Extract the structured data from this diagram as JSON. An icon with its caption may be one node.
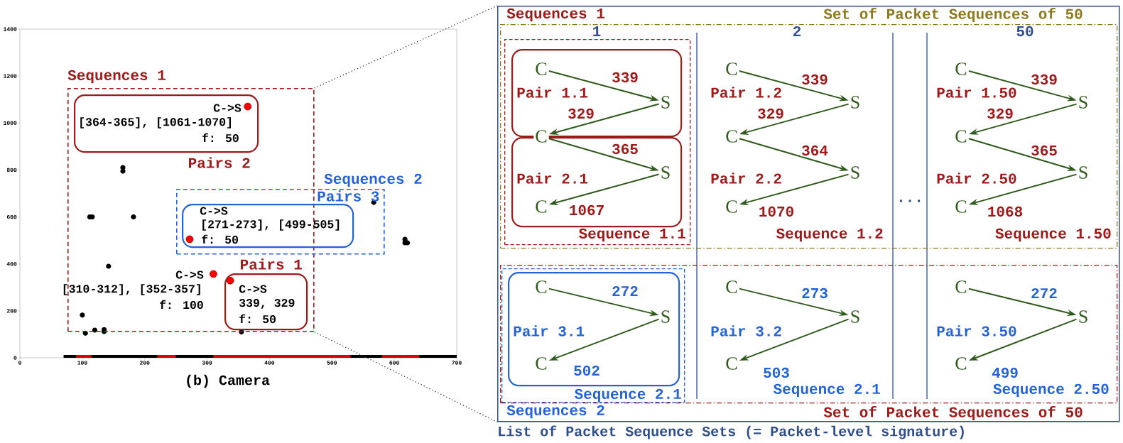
{
  "diagram": {
    "caption": "(b) Camera",
    "nodes": [
      {
        "text": [
          "Sequences 1"
        ]
      },
      {
        "text": [
          "C->S",
          "[364-365], [1061-1070]",
          "f: 50",
          "Pairs 2"
        ],
        "in": 0
      },
      {
        "text": [
          "Sequences 2"
        ]
      },
      {
        "text": [
          "Pairs 3",
          "C->S",
          "[271-273], [499-505]",
          "f: 50"
        ],
        "in": 2
      },
      {
        "text": [
          "Pairs 1",
          "C->S",
          "339, 329",
          "f: 50"
        ],
        "in": 0
      },
      {
        "text": [
          "List of Packet Sequence Sets (= Packet-level signature)"
        ]
      },
      {
        "text": [
          "Sequences 1",
          "Set of Packet Sequences of 50"
        ],
        "in": 5
      },
      {
        "text": [
          "Sequence 1.1"
        ],
        "in": 6
      },
      {
        "text": [
          "Pair 1.1"
        ],
        "in": 7
      },
      {
        "text": [
          "Pair 2.1"
        ],
        "in": 7
      },
      {
        "text": [
          "C"
        ],
        "in": 8
      },
      {
        "text": [
          "S"
        ],
        "in": 8
      },
      {
        "text": [
          "C"
        ],
        "in": 7
      },
      {
        "text": [
          "S"
        ],
        "in": 9
      },
      {
        "text": [
          "C"
        ],
        "in": 9
      },
      {
        "text": [
          "C"
        ],
        "in": 6
      },
      {
        "text": [
          "S"
        ],
        "in": 6
      },
      {
        "text": [
          "C"
        ],
        "in": 6
      },
      {
        "text": [
          "S"
        ],
        "in": 6
      },
      {
        "text": [
          "C"
        ],
        "in": 6
      },
      {
        "text": [
          "C"
        ],
        "in": 6
      },
      {
        "text": [
          "S"
        ],
        "in": 6
      },
      {
        "text": [
          "C"
        ],
        "in": 6
      },
      {
        "text": [
          "S"
        ],
        "in": 6
      },
      {
        "text": [
          "C"
        ],
        "in": 6
      },
      {
        "text": [
          "Sequences 2",
          "Set of Packet Sequences of 50"
        ],
        "in": 5
      },
      {
        "text": [
          "Sequence 2.1"
        ],
        "in": 25
      },
      {
        "text": [
          "Pair 3.1"
        ],
        "in": 26
      },
      {
        "text": [
          "C"
        ],
        "in": 27
      },
      {
        "text": [
          "S"
        ],
        "in": 27
      },
      {
        "text": [
          "C"
        ],
        "in": 27
      },
      {
        "text": [
          "C"
        ],
        "in": 25
      },
      {
        "text": [
          "S"
        ],
        "in": 25
      },
      {
        "text": [
          "C"
        ],
        "in": 25
      },
      {
        "text": [
          "C"
        ],
        "in": 25
      },
      {
        "text": [
          "S"
        ],
        "in": 25
      },
      {
        "text": [
          "C"
        ],
        "in": 25
      }
    ],
    "edges": [
      {
        "from": 0,
        "to": 5,
        "arrow": "none",
        "style": "dashed",
        "color": "#333333"
      },
      {
        "from": 0,
        "to": 5,
        "arrow": "none",
        "style": "dashed",
        "color": "#333333"
      },
      {
        "from": 10,
        "to": 11,
        "arrow": "to",
        "label": "339"
      },
      {
        "from": 11,
        "to": 12,
        "arrow": "to",
        "label": "329"
      },
      {
        "from": 12,
        "to": 13,
        "arrow": "to",
        "label": "365"
      },
      {
        "from": 13,
        "to": 14,
        "arrow": "to",
        "label": "1067"
      },
      {
        "from": 15,
        "to": 16,
        "arrow": "to",
        "label": "339"
      },
      {
        "from": 16,
        "to": 17,
        "arrow": "to",
        "label": "329"
      },
      {
        "from": 17,
        "to": 18,
        "arrow": "to",
        "label": "364"
      },
      {
        "from": 18,
        "to": 19,
        "arrow": "to",
        "label": "1070"
      },
      {
        "from": 20,
        "to": 21,
        "arrow": "to",
        "label": "339"
      },
      {
        "from": 21,
        "to": 22,
        "arrow": "to",
        "label": "329"
      },
      {
        "from": 22,
        "to": 23,
        "arrow": "to",
        "label": "365"
      },
      {
        "from": 23,
        "to": 24,
        "arrow": "to",
        "label": "1068"
      },
      {
        "from": 28,
        "to": 29,
        "arrow": "to",
        "label": "272"
      },
      {
        "from": 29,
        "to": 30,
        "arrow": "to",
        "label": "502"
      },
      {
        "from": 31,
        "to": 32,
        "arrow": "to",
        "label": "273"
      },
      {
        "from": 32,
        "to": 33,
        "arrow": "to",
        "label": "503"
      },
      {
        "from": 34,
        "to": 35,
        "arrow": "to",
        "label": "272"
      },
      {
        "from": 35,
        "to": 36,
        "arrow": "to",
        "label": "499"
      }
    ],
    "labels": [
      "0",
      "200",
      "400",
      "600",
      "800",
      "1000",
      "1200",
      "1400",
      "0",
      "100",
      "200",
      "300",
      "400",
      "500",
      "600",
      "700",
      "C->S",
      "[310-312], [352-357]",
      "f: 100",
      "1",
      "2",
      "50",
      "...",
      "Pair 1.2",
      "Pair 2.2",
      "Sequence 1.2",
      "Pair 1.50",
      "Pair 2.50",
      "Sequence 1.50",
      "Pair 3.2",
      "Sequence 2.1",
      "Pair 3.50",
      "Sequence 2.50"
    ]
  }
}
